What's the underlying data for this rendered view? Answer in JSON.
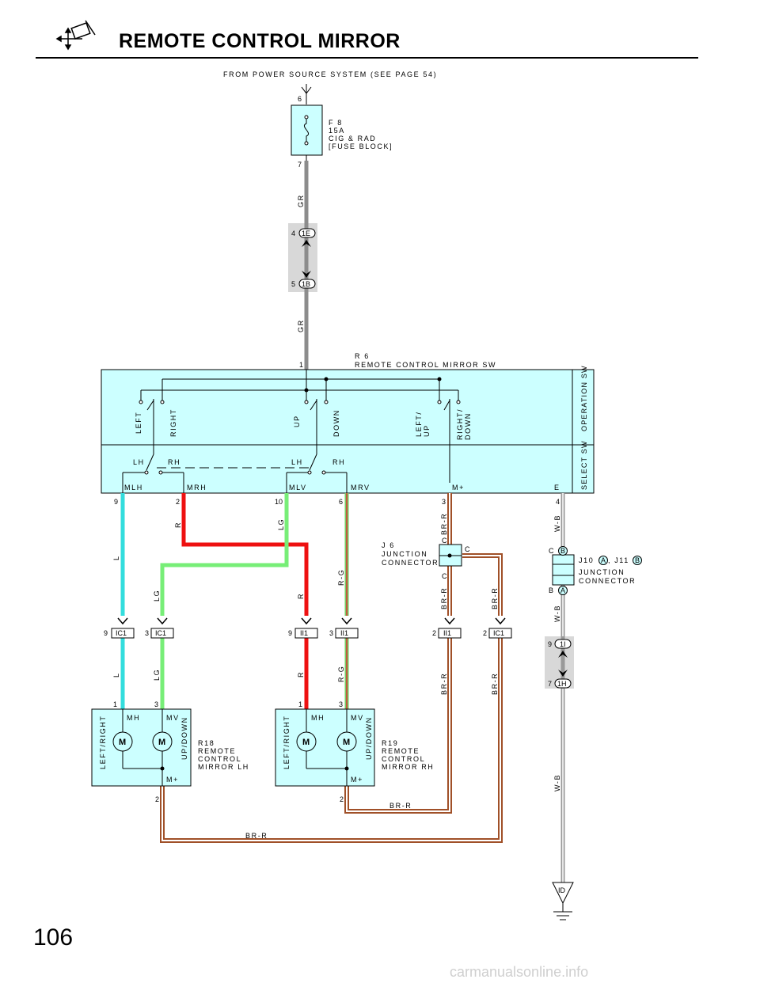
{
  "header": {
    "title": "REMOTE CONTROL MIRROR",
    "page_number": "106",
    "watermark": "carmanualsonline.info"
  },
  "source": {
    "label": "FROM POWER SOURCE SYSTEM (SEE PAGE 54)"
  },
  "fuse": {
    "id": "F 8",
    "rating": "15A",
    "name": "CIG & RAD",
    "location": "[FUSE BLOCK]",
    "pin_in": "6",
    "pin_out": "7"
  },
  "connector_1E_1B": {
    "pin_top": "4",
    "top_id": "1E",
    "pin_bottom": "5",
    "bottom_id": "1B"
  },
  "connector_1I_1H": {
    "pin_top": "9",
    "top_id": "1I",
    "pin_bottom": "7",
    "bottom_id": "1H"
  },
  "switch": {
    "id": "R 6",
    "name": "REMOTE CONTROL MIRROR SW",
    "pin_feed": "1",
    "operation_label": "OPERATION SW",
    "select_label": "SELECT SW",
    "positions": [
      "LEFT",
      "RIGHT",
      "UP",
      "DOWN",
      "LEFT/\nUP",
      "RIGHT/\nDOWN"
    ],
    "select_positions": [
      "LH",
      "RH",
      "LH",
      "RH"
    ],
    "terminals": [
      "MLH",
      "MRH",
      "MLV",
      "MRV",
      "M+",
      "E"
    ],
    "pins": [
      "9",
      "2",
      "10",
      "6",
      "3",
      "4"
    ]
  },
  "wires": {
    "gr": "GR",
    "l": "L",
    "r": "R",
    "lg": "LG",
    "rg": "R-G",
    "brr": "BR-R",
    "wb": "W-B"
  },
  "inline_connectors": [
    {
      "pin": "9",
      "id": "IC1"
    },
    {
      "pin": "3",
      "id": "IC1"
    },
    {
      "pin": "9",
      "id": "II1"
    },
    {
      "pin": "3",
      "id": "II1"
    },
    {
      "pin": "2",
      "id": "II1"
    },
    {
      "pin": "2",
      "id": "IC1"
    }
  ],
  "j6": {
    "id": "J 6",
    "line1": "JUNCTION",
    "line2": "CONNECTOR",
    "pin_label": "C"
  },
  "j10": {
    "id1": "J10",
    "id2": ", J11",
    "circle_a": "A",
    "circle_b": "B",
    "line1": "JUNCTION",
    "line2": "CONNECTOR",
    "pin_label_c": "C",
    "pin_label_b": "B"
  },
  "mirror_lh": {
    "id": "R18",
    "line1": "REMOTE",
    "line2": "CONTROL",
    "line3": "MIRROR LH",
    "mh": "MH",
    "mv": "MV",
    "m": "M",
    "mplus": "M+",
    "left_right": "LEFT/RIGHT",
    "up_down": "UP/DOWN",
    "pin1": "1",
    "pin3": "3",
    "pin2": "2"
  },
  "mirror_rh": {
    "id": "R19",
    "line1": "REMOTE",
    "line2": "CONTROL",
    "line3": "MIRROR RH",
    "mh": "MH",
    "mv": "MV",
    "m": "M",
    "mplus": "M+",
    "left_right": "LEFT/RIGHT",
    "up_down": "UP/DOWN",
    "pin1": "1",
    "pin3": "3",
    "pin2": "2"
  },
  "ground": {
    "id": "ID"
  },
  "colors": {
    "panel": "#ccffff",
    "gr": "#8c8c8c",
    "l": "#33dddd",
    "r": "#ee1111",
    "lg": "#77ee77",
    "brown": "#a05028",
    "connector_shade": "#d8d8d8"
  }
}
